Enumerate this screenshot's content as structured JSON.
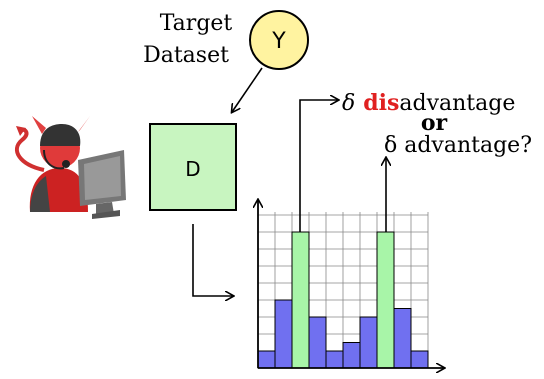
{
  "target_label": {
    "line1": "Target",
    "line2": "Dataset"
  },
  "target_node": {
    "label": "Y",
    "fill": "#fff3a0",
    "stroke": "#000000"
  },
  "dataset_node": {
    "label": "D",
    "fill": "#c8f5c0",
    "stroke": "#000000"
  },
  "annotation": {
    "delta": "δ",
    "dis_prefix": "dis",
    "dis_suffix": "advantage",
    "or": "or",
    "advantage_line": "δ advantage?",
    "dis_color": "#e02020"
  },
  "histogram": {
    "bar_colors": {
      "normal": "#7070f0",
      "highlight": "#a8f5a8"
    },
    "bars": [
      {
        "value": 1,
        "highlight": false
      },
      {
        "value": 4,
        "highlight": false
      },
      {
        "value": 8,
        "highlight": true
      },
      {
        "value": 3,
        "highlight": false
      },
      {
        "value": 1,
        "highlight": false
      },
      {
        "value": 1.5,
        "highlight": false
      },
      {
        "value": 3,
        "highlight": false
      },
      {
        "value": 8,
        "highlight": true
      },
      {
        "value": 3.5,
        "highlight": false
      },
      {
        "value": 1,
        "highlight": false
      }
    ],
    "grid": true
  },
  "attacker_icon": "devil-hacker-icon"
}
